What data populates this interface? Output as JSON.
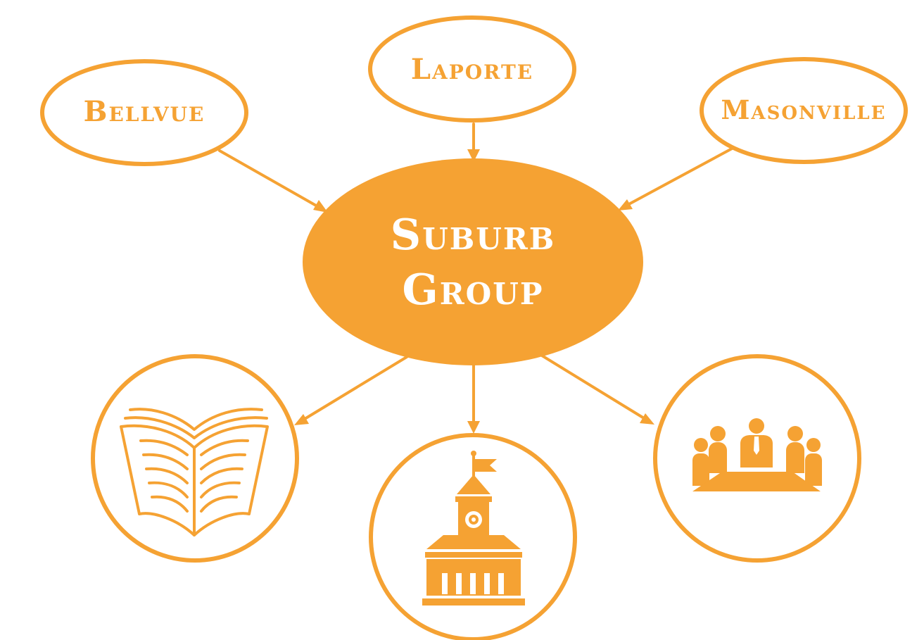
{
  "diagram": {
    "colors": {
      "accent": "#F5A233",
      "center_text": "#FFFFFF",
      "background": "#FFFFFF"
    },
    "center": {
      "line1": "Suburb",
      "line2": "Group"
    },
    "sources": [
      {
        "label": "Bellvue"
      },
      {
        "label": "Laporte"
      },
      {
        "label": "Masonville"
      }
    ],
    "outputs": [
      {
        "icon": "open-book-icon"
      },
      {
        "icon": "town-hall-icon"
      },
      {
        "icon": "meeting-people-icon"
      }
    ]
  }
}
